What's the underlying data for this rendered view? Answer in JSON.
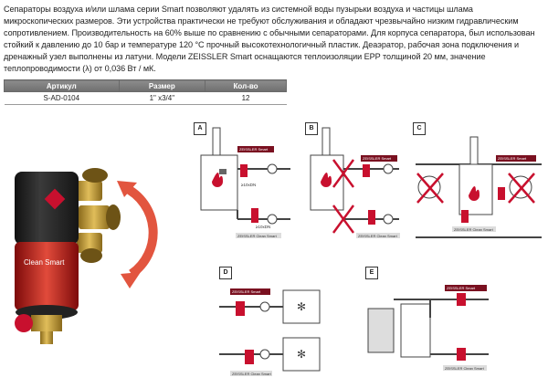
{
  "description": "Сепараторы воздуха и/или шлама серии Smart позволяют удалять из системной воды пузырьки воздуха и частицы шлама микроскопических размеров. Эти устройства практически не требуют обслуживания и обладают чрезвычайно низким гидравлическим сопротивлением. Производительность на 60% выше по сравнению с обычными сепараторами. Для корпуса сепаратора, был использован стойкий к давлению до 10 бар и температуре 120 °С прочный высокотехнологичный пластик. Деаэратор, рабочая зона подключения и дренажный узел выполнены из латуни. Модели ZEISSLER Smart оснащаются теплоизоляции EPP толщиной 20 мм, значение теплопроводимости (λ) от 0,036 Вт / мК.",
  "table": {
    "headers": [
      "Артикул",
      "Размер",
      "Кол-во"
    ],
    "rows": [
      [
        "S-AD-0104",
        "1\" x3/4\"",
        "12"
      ]
    ]
  },
  "product_label": "Clean Smart",
  "diagrams": {
    "A": {
      "letter": "A",
      "label_top": "ZEISSLER Smart",
      "label_bottom": "ZEISSLER Clean Smart",
      "dim1": "≥10xDN",
      "dim2": "≥10xDN"
    },
    "B": {
      "letter": "B",
      "label_top": "ZEISSLER Smart",
      "label_bottom": "ZEISSLER Clean Smart"
    },
    "C": {
      "letter": "C",
      "label_top": "ZEISSLER Smart",
      "label_bottom": "ZEISSLER Clean Smart"
    },
    "D": {
      "letter": "D",
      "label_top": "ZEISSLER Smart",
      "label_bottom": "ZEISSLER Clean Smart"
    },
    "E": {
      "letter": "E",
      "label_top": "ZEISSLER Smart",
      "label_bottom": "ZEISSLER Clean Smart"
    }
  },
  "colors": {
    "accent_red": "#c8102e",
    "body_dark": "#2b2b2b",
    "brass": "#c9a23a",
    "table_header": "#7d7d7d"
  }
}
